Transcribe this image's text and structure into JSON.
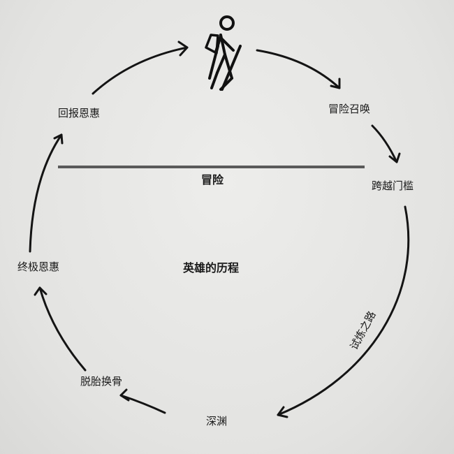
{
  "diagram": {
    "center_title": "英雄的历程",
    "divider_label": "冒险",
    "stages": {
      "call": "冒险召唤",
      "threshold": "跨越门槛",
      "trials": "试炼之路",
      "abyss": "深渊",
      "transformation": "脱胎换骨",
      "ultimate_boon": "终极恩惠",
      "return_boon": "回报恩惠"
    },
    "icon": "hiker-icon"
  }
}
